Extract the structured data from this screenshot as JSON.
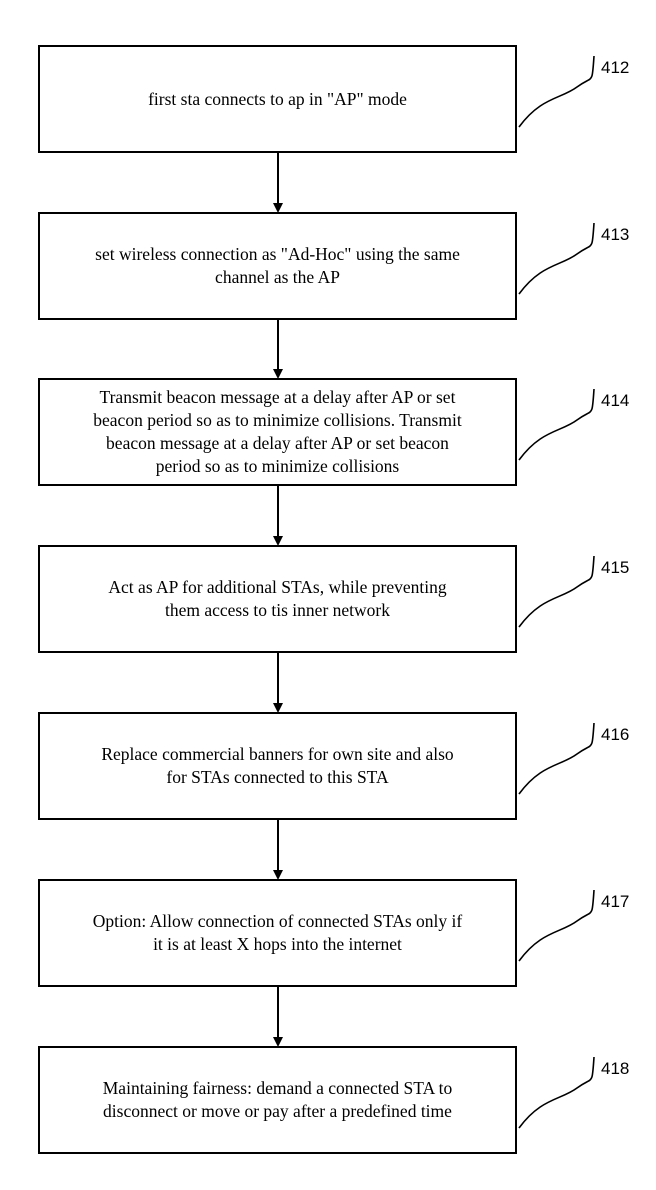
{
  "steps": [
    {
      "ref": "412",
      "lines": [
        "first sta connects to ap in \"AP\" mode"
      ]
    },
    {
      "ref": "413",
      "lines": [
        "set wireless connection as \"Ad-Hoc\" using the same",
        "channel as the AP"
      ]
    },
    {
      "ref": "414",
      "lines": [
        "Transmit beacon message at a delay after AP or set",
        "beacon period so as to minimize collisions. Transmit",
        "beacon message at a delay after AP or set beacon",
        "period so as to minimize collisions"
      ]
    },
    {
      "ref": "415",
      "lines": [
        "Act as AP for additional STAs, while preventing",
        "them access to tis inner network"
      ]
    },
    {
      "ref": "416",
      "lines": [
        "Replace commercial banners for own site and also",
        "for STAs connected to this STA"
      ]
    },
    {
      "ref": "417",
      "lines": [
        "Option: Allow connection of connected STAs only if",
        "it is at least X hops into the internet"
      ]
    },
    {
      "ref": "418",
      "lines": [
        "Maintaining fairness: demand a connected STA to",
        "disconnect or move or pay after a predefined time"
      ]
    }
  ]
}
